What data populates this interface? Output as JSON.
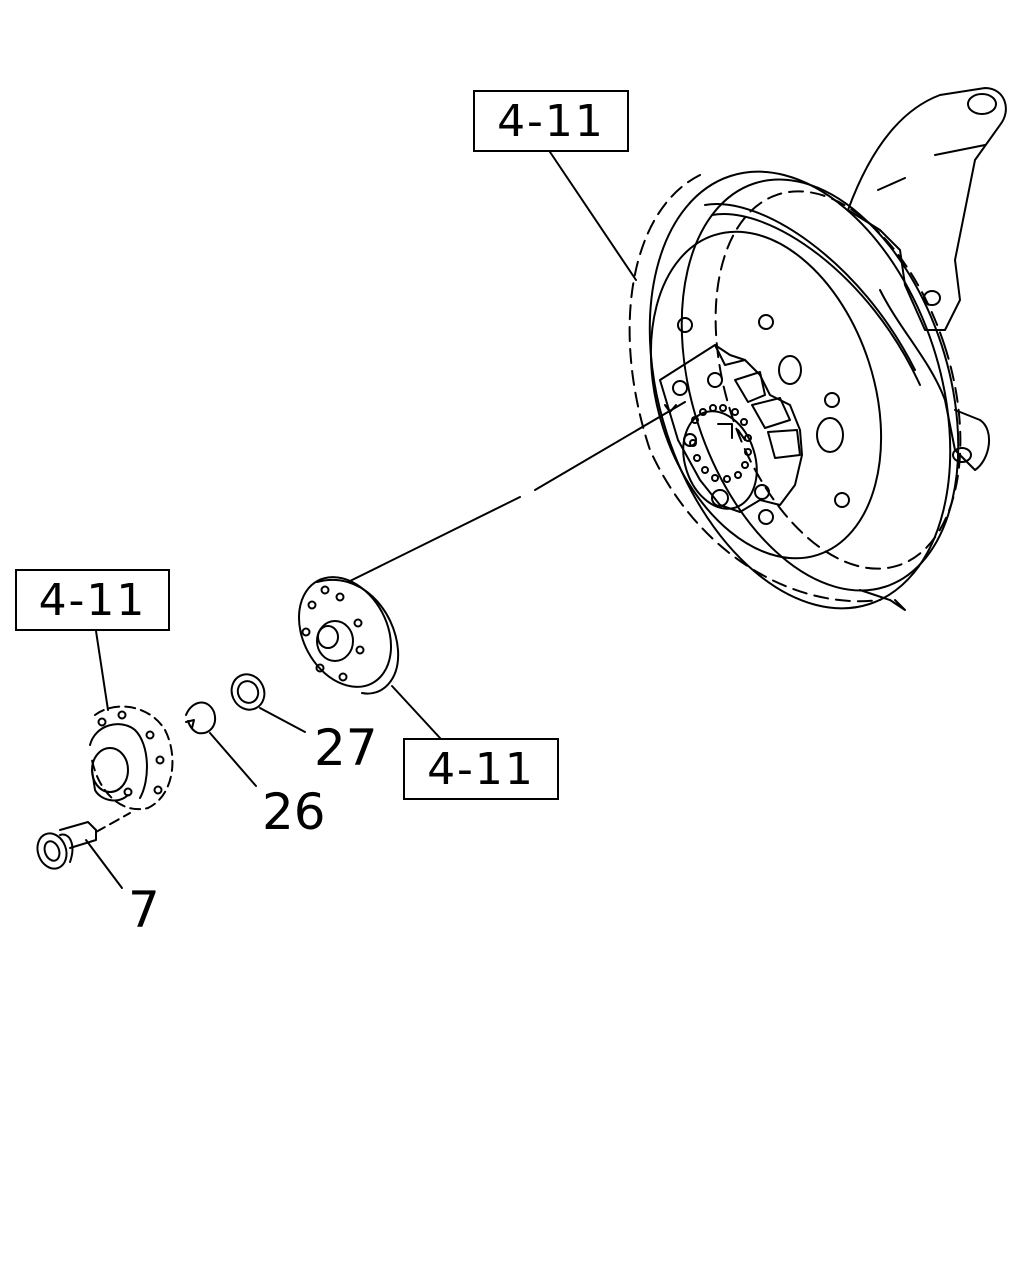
{
  "reference_boxes": {
    "top_right": "4-11",
    "left": "4-11",
    "center": "4-11"
  },
  "callouts": {
    "washer": "27",
    "clip": "26",
    "bolt": "7"
  },
  "colors": {
    "line": "#000000",
    "background": "#ffffff"
  }
}
